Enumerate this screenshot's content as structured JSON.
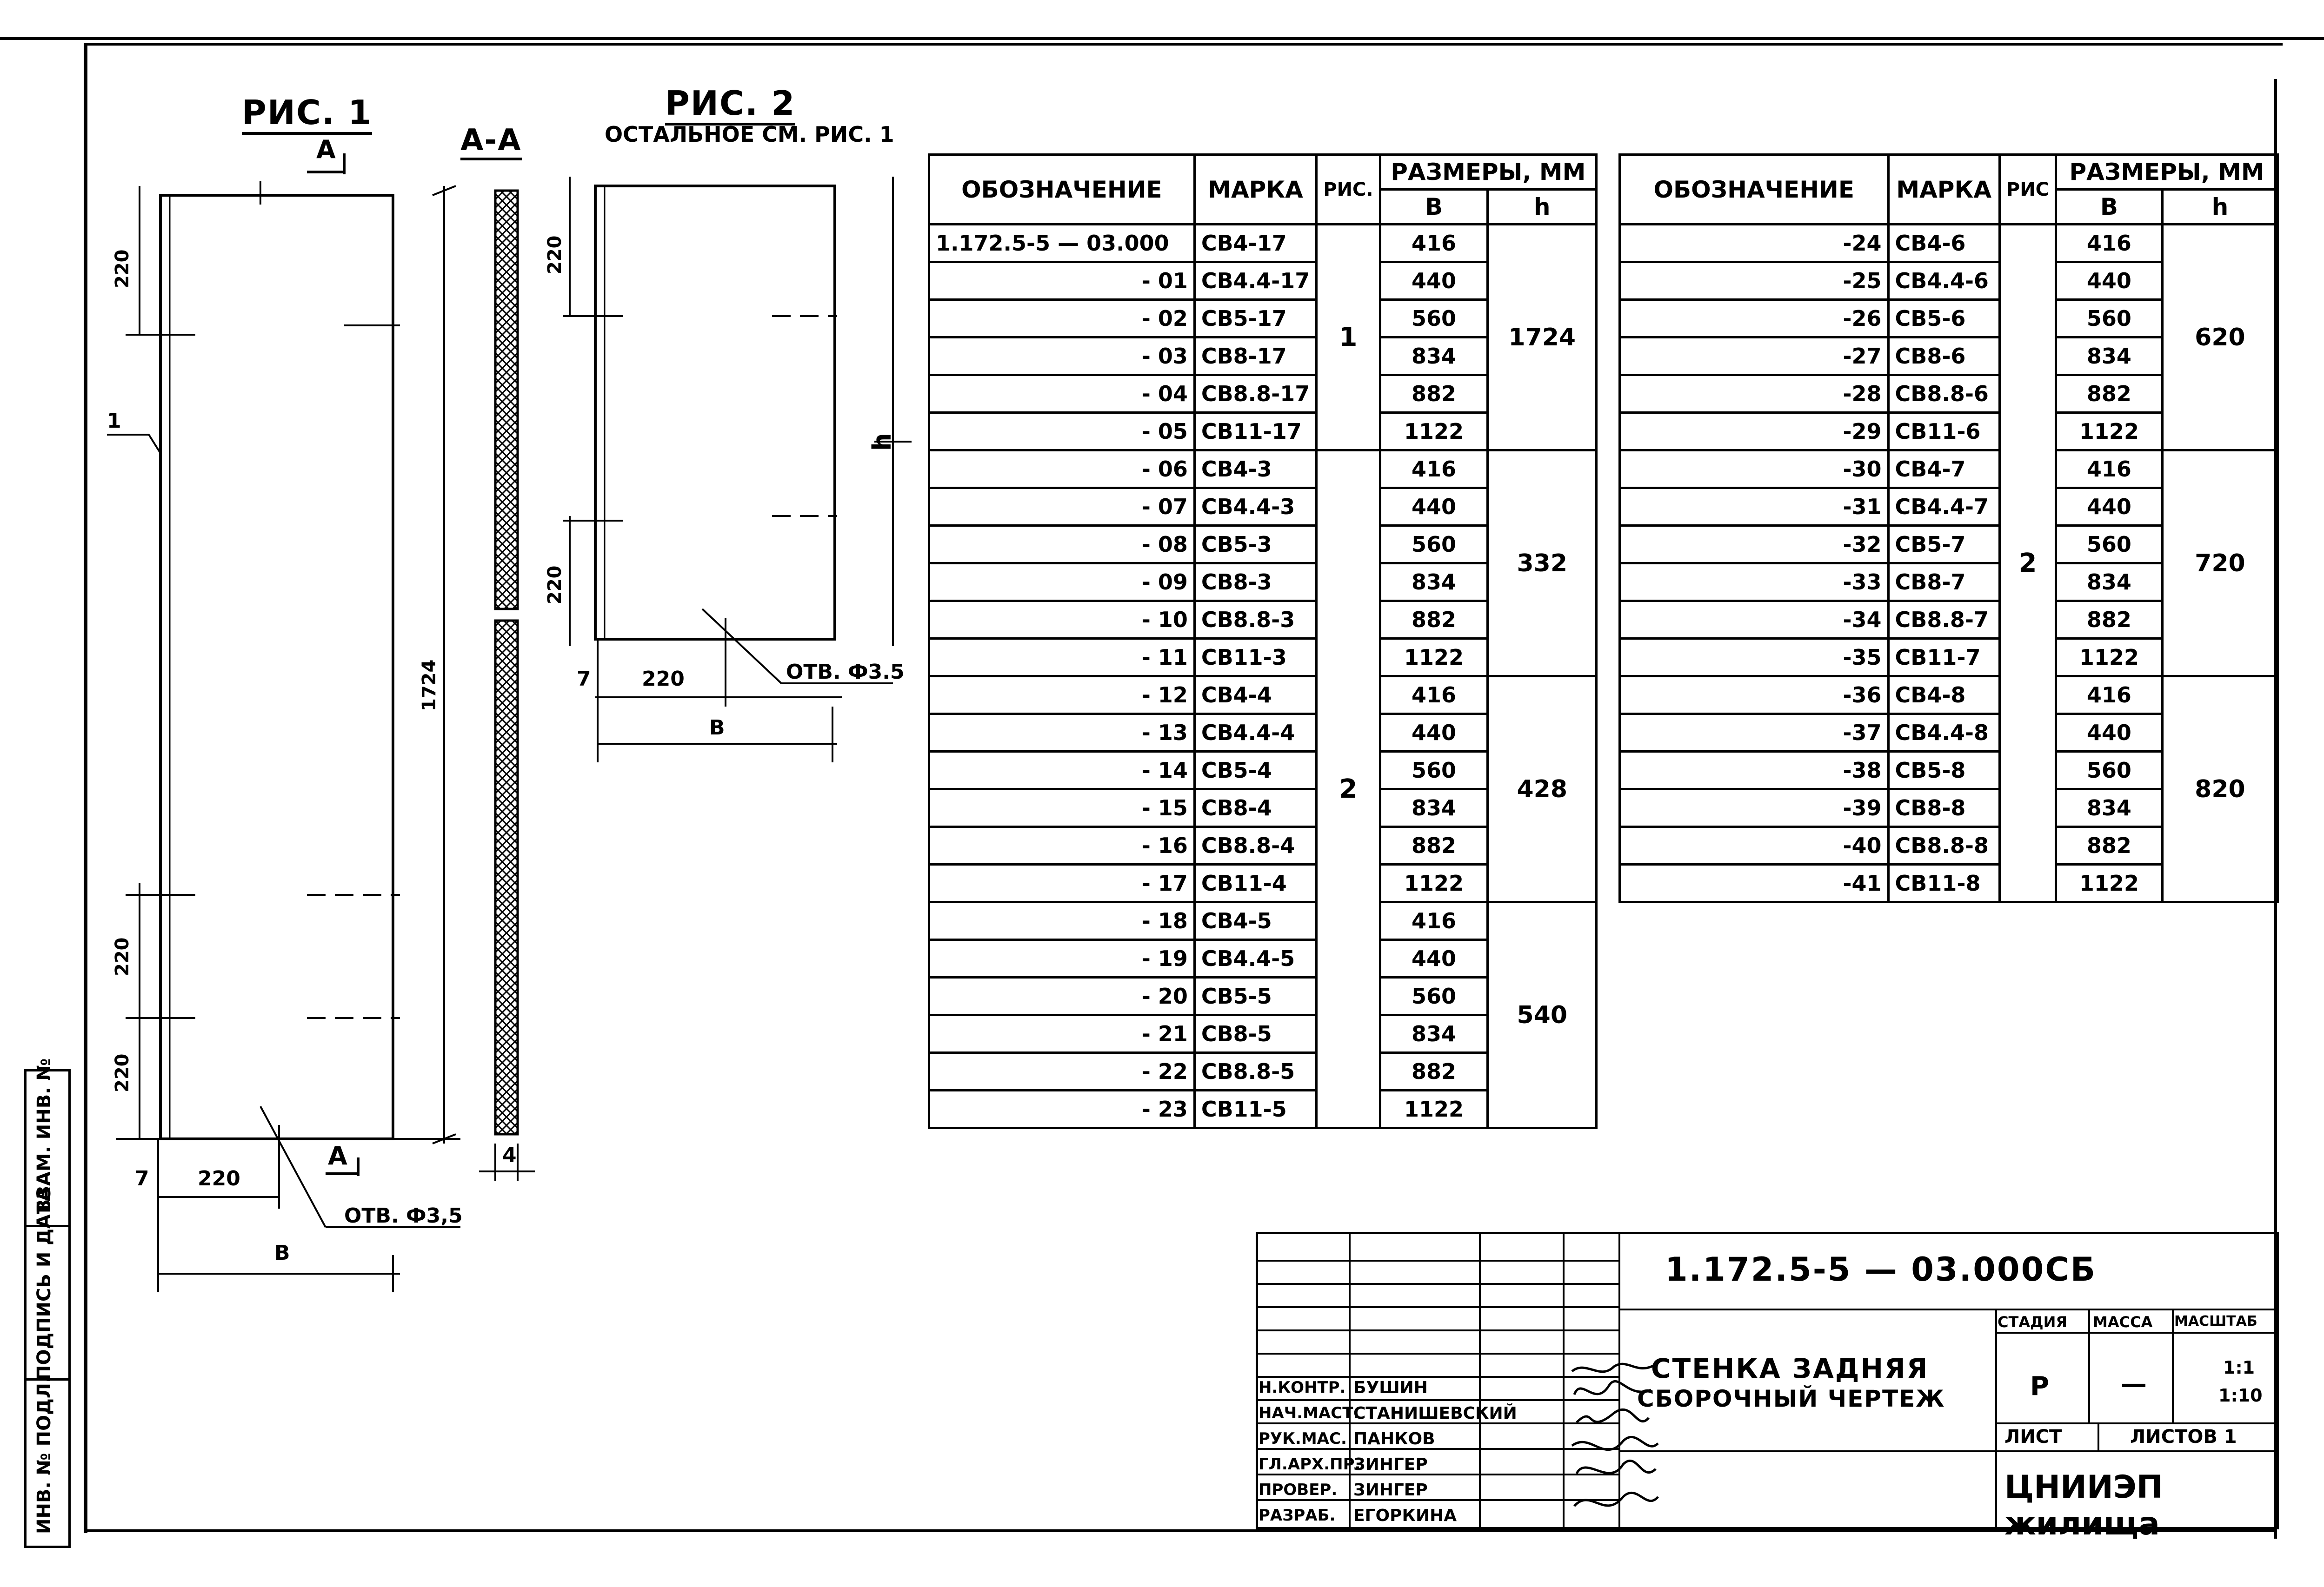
{
  "figures": {
    "fig1_caption": "РИС. 1",
    "section_caption": "А-А",
    "fig2_caption": "РИС. 2",
    "fig2_note": "ОСТАЛЬНОЕ СМ. РИС. 1",
    "section_mark": "А",
    "fig1_hole": "ОТВ. Ф3,5",
    "fig2_hole": "ОТВ. Ф3.5",
    "dims": {
      "d220": "220",
      "d7": "7",
      "d1724": "1724",
      "dB": "В",
      "dh": "h",
      "d4": "4",
      "pos1": "1"
    }
  },
  "table_left": {
    "headers": {
      "designation": "ОБОЗНАЧЕНИЕ",
      "mark": "МАРКА",
      "fig": "РИС.",
      "sizes": "РАЗМЕРЫ, ММ",
      "b": "В",
      "h": "h"
    },
    "rows": [
      {
        "designation": "1.172.5-5 — 03.000",
        "mark": "СВ4-17",
        "b": "416"
      },
      {
        "designation": "- 01",
        "mark": "СВ4.4-17",
        "b": "440"
      },
      {
        "designation": "- 02",
        "mark": "СВ5-17",
        "b": "560"
      },
      {
        "designation": "- 03",
        "mark": "СВ8-17",
        "b": "834"
      },
      {
        "designation": "- 04",
        "mark": "СВ8.8-17",
        "b": "882"
      },
      {
        "designation": "- 05",
        "mark": "СВ11-17",
        "b": "1122"
      },
      {
        "designation": "- 06",
        "mark": "СВ4-3",
        "b": "416"
      },
      {
        "designation": "- 07",
        "mark": "СВ4.4-3",
        "b": "440"
      },
      {
        "designation": "- 08",
        "mark": "СВ5-3",
        "b": "560"
      },
      {
        "designation": "- 09",
        "mark": "СВ8-3",
        "b": "834"
      },
      {
        "designation": "- 10",
        "mark": "СВ8.8-3",
        "b": "882"
      },
      {
        "designation": "- 11",
        "mark": "СВ11-3",
        "b": "1122"
      },
      {
        "designation": "- 12",
        "mark": "СВ4-4",
        "b": "416"
      },
      {
        "designation": "- 13",
        "mark": "СВ4.4-4",
        "b": "440"
      },
      {
        "designation": "- 14",
        "mark": "СВ5-4",
        "b": "560"
      },
      {
        "designation": "- 15",
        "mark": "СВ8-4",
        "b": "834"
      },
      {
        "designation": "- 16",
        "mark": "СВ8.8-4",
        "b": "882"
      },
      {
        "designation": "- 17",
        "mark": "СВ11-4",
        "b": "1122"
      },
      {
        "designation": "- 18",
        "mark": "СВ4-5",
        "b": "416"
      },
      {
        "designation": "- 19",
        "mark": "СВ4.4-5",
        "b": "440"
      },
      {
        "designation": "- 20",
        "mark": "СВ5-5",
        "b": "560"
      },
      {
        "designation": "- 21",
        "mark": "СВ8-5",
        "b": "834"
      },
      {
        "designation": "- 22",
        "mark": "СВ8.8-5",
        "b": "882"
      },
      {
        "designation": "- 23",
        "mark": "СВ11-5",
        "b": "1122"
      }
    ],
    "fig_groups": [
      "1",
      "2"
    ],
    "h_groups": [
      "1724",
      "332",
      "428",
      "540"
    ]
  },
  "table_right": {
    "headers": {
      "designation": "ОБОЗНАЧЕНИЕ",
      "mark": "МАРКА",
      "fig": "РИС",
      "sizes": "РАЗМЕРЫ, ММ",
      "b": "В",
      "h": "h"
    },
    "rows": [
      {
        "designation": "-24",
        "mark": "СВ4-6",
        "b": "416"
      },
      {
        "designation": "-25",
        "mark": "СВ4.4-6",
        "b": "440"
      },
      {
        "designation": "-26",
        "mark": "СВ5-6",
        "b": "560"
      },
      {
        "designation": "-27",
        "mark": "СВ8-6",
        "b": "834"
      },
      {
        "designation": "-28",
        "mark": "СВ8.8-6",
        "b": "882"
      },
      {
        "designation": "-29",
        "mark": "СВ11-6",
        "b": "1122"
      },
      {
        "designation": "-30",
        "mark": "СВ4-7",
        "b": "416"
      },
      {
        "designation": "-31",
        "mark": "СВ4.4-7",
        "b": "440"
      },
      {
        "designation": "-32",
        "mark": "СВ5-7",
        "b": "560"
      },
      {
        "designation": "-33",
        "mark": "СВ8-7",
        "b": "834"
      },
      {
        "designation": "-34",
        "mark": "СВ8.8-7",
        "b": "882"
      },
      {
        "designation": "-35",
        "mark": "СВ11-7",
        "b": "1122"
      },
      {
        "designation": "-36",
        "mark": "СВ4-8",
        "b": "416"
      },
      {
        "designation": "-37",
        "mark": "СВ4.4-8",
        "b": "440"
      },
      {
        "designation": "-38",
        "mark": "СВ5-8",
        "b": "560"
      },
      {
        "designation": "-39",
        "mark": "СВ8-8",
        "b": "834"
      },
      {
        "designation": "-40",
        "mark": "СВ8.8-8",
        "b": "882"
      },
      {
        "designation": "-41",
        "mark": "СВ11-8",
        "b": "1122"
      }
    ],
    "fig_group": "2",
    "h_groups": [
      "620",
      "720",
      "820"
    ]
  },
  "title_block": {
    "doc_number": "1.172.5-5 — 03.000СБ",
    "title_line1": "СТЕНКА ЗАДНЯЯ",
    "title_line2": "СБОРОЧНЫЙ ЧЕРТЕЖ",
    "stage_label": "СТАДИЯ",
    "mass_label": "МАССА",
    "scale_label": "МАСШТАБ",
    "stage_value": "Р",
    "mass_value": "—",
    "scale_value1": "1:1",
    "scale_value2": "1:10",
    "sheet_label": "ЛИСТ",
    "sheets_label": "ЛИСТОВ 1",
    "org": "ЦНИИЭП жилища",
    "people": [
      {
        "role": "Н.КОНТР.",
        "name": "БУШИН"
      },
      {
        "role": "НАЧ.МАСТ.",
        "name": "СТАНИШЕВСКИЙ"
      },
      {
        "role": "РУК.МАС.",
        "name": "ПАНКОВ"
      },
      {
        "role": "ГЛ.АРХ.ПР.",
        "name": "ЗИНГЕР"
      },
      {
        "role": "ПРОВЕР.",
        "name": "ЗИНГЕР"
      },
      {
        "role": "РАЗРАБ.",
        "name": "ЕГОРКИНА"
      }
    ]
  },
  "left_strip": {
    "inv_no": "ИНВ. № ПОДЛ.",
    "sign_date": "ПОДПИСЬ И ДАТА",
    "replace_inv": "ВЗАМ. ИНВ. №"
  }
}
